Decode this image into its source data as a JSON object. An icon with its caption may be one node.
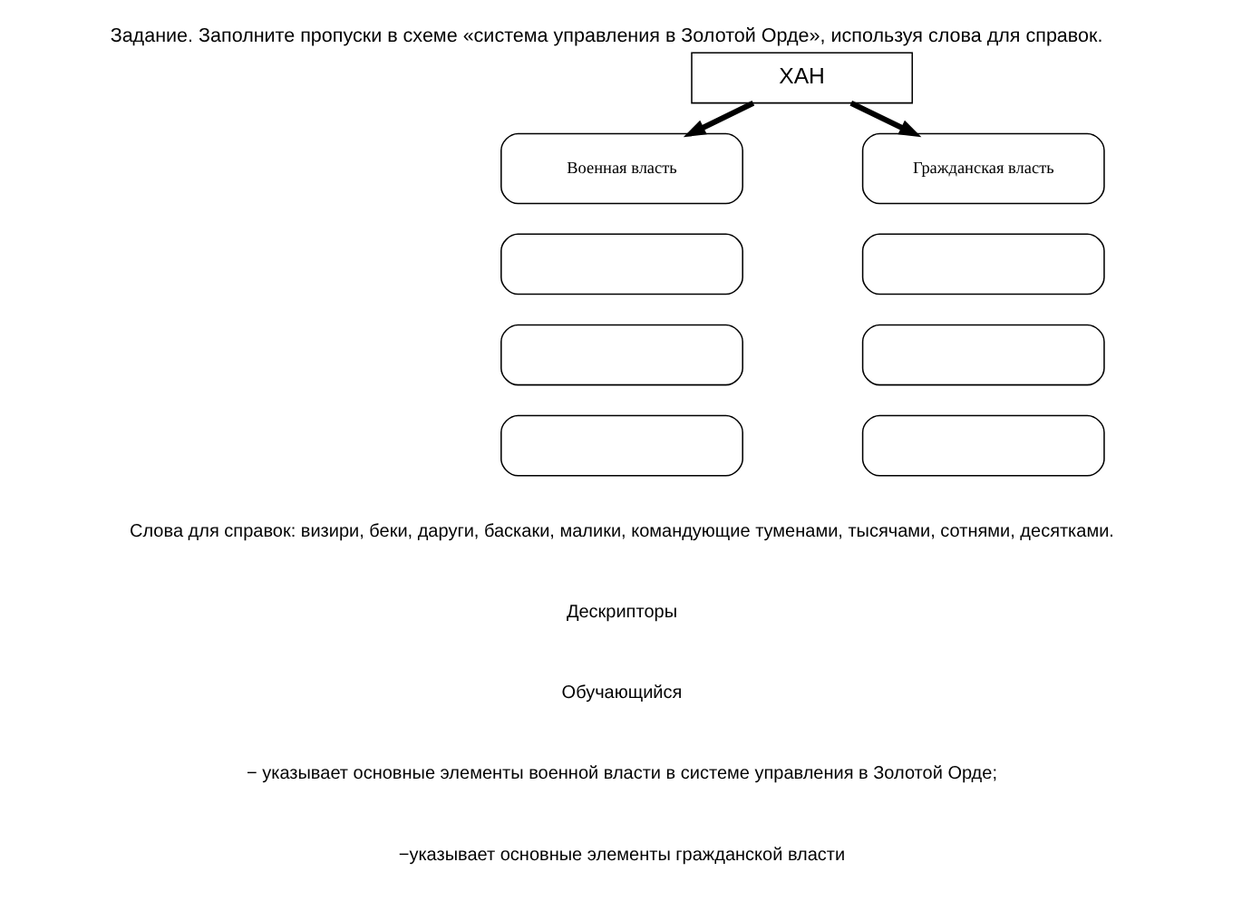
{
  "diagram": {
    "title": "Задание. Заполните пропуски в схеме «система управления в Золотой Орде», используя слова для справок.",
    "nodes": [
      {
        "text": [
          "ХАН"
        ]
      },
      {
        "text": [
          "Военная власть"
        ]
      },
      {
        "text": [
          "Гражданская власть"
        ]
      },
      {
        "text": [],
        "shape": "box"
      },
      {
        "text": [],
        "shape": "box"
      },
      {
        "text": [],
        "shape": "box"
      },
      {
        "text": [],
        "shape": "box"
      },
      {
        "text": [],
        "shape": "box"
      },
      {
        "text": [],
        "shape": "box"
      }
    ],
    "edges": [
      {
        "from": 0,
        "to": 1,
        "arrow": "to"
      },
      {
        "from": 0,
        "to": 2,
        "arrow": "to"
      }
    ],
    "labels": [
      "Слова для справок: визири, беки, даруги, баскаки, малики, командующие туменами, тысячами, сотнями, десятками.",
      "Дескрипторы",
      "Обучающийся",
      "− указывает основные элементы военной власти в системе управления в Золотой Орде;",
      "−указывает основные элементы гражданской власти"
    ]
  }
}
